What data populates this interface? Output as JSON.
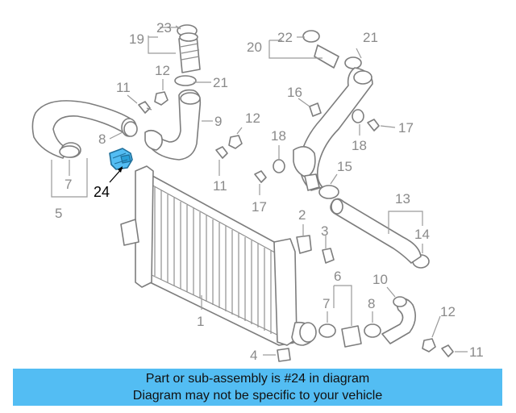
{
  "diagram": {
    "highlight_color": "#53bdf3",
    "callouts": {
      "c1": "1",
      "c2": "2",
      "c3": "3",
      "c4": "4",
      "c5": "5",
      "c6": "6",
      "c7a": "7",
      "c7b": "7",
      "c8a": "8",
      "c8b": "8",
      "c9": "9",
      "c10": "10",
      "c11a": "11",
      "c11b": "11",
      "c11c": "11",
      "c12a": "12",
      "c12b": "12",
      "c12c": "12",
      "c13": "13",
      "c14": "14",
      "c15": "15",
      "c16": "16",
      "c17a": "17",
      "c17b": "17",
      "c18a": "18",
      "c18b": "18",
      "c19": "19",
      "c20": "20",
      "c21a": "21",
      "c21b": "21",
      "c22": "22",
      "c23": "23",
      "c24": "24"
    }
  },
  "footer": {
    "line1": "Part or sub-assembly is #24 in diagram",
    "line2": "Diagram may not be specific to your vehicle"
  }
}
